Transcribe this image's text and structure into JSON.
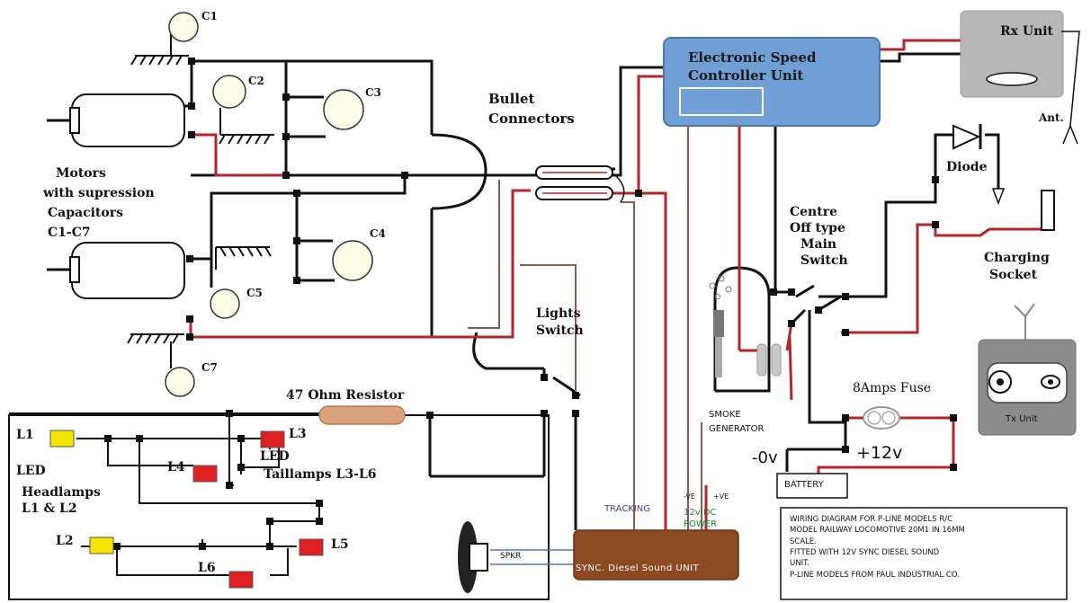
{
  "labels": {
    "c1": "C1",
    "c2": "C2",
    "c3": "C3",
    "c4": "C4",
    "c5": "C5",
    "c7": "C7",
    "motors_1": "Motors",
    "motors_2": "with supression",
    "motors_3": "Capacitors",
    "motors_4": "C1-C7",
    "bullet_1": "Bullet",
    "bullet_2": "Connectors",
    "esc_1": "Electronic Speed",
    "esc_2": "Controller Unit",
    "rx": "Rx Unit",
    "ant": "Ant.",
    "diode": "Diode",
    "switch_1": "Centre",
    "switch_2": "Off type",
    "switch_3": "Main",
    "switch_4": "Switch",
    "charging_1": "Charging",
    "charging_2": "Socket",
    "lights_1": "Lights",
    "lights_2": "Switch",
    "resistor": "47 Ohm Resistor",
    "fuse": "8Amps Fuse",
    "smoke_1": "SMOKE",
    "smoke_2": "GENERATOR",
    "neg_v": "-0v",
    "pos_v": "+12v",
    "battery": "BATTERY",
    "tx": "Tx Unit",
    "l1": "L1",
    "l2": "L2",
    "l3": "L3",
    "l4": "L4",
    "l5": "L5",
    "l6": "L6",
    "led_1": "LED",
    "led_2": "Headlamps",
    "led_3": "L1 & L2",
    "tail_1": "LED",
    "tail_2": "Taillamps  L3-L6",
    "tracking": "TRACKING",
    "ve_neg": "-VE",
    "ve_pos": "+VE",
    "power_1": "12v DC",
    "power_2": "POWER",
    "spkr": "SPKR",
    "sound_unit": "SYNC. Diesel Sound UNIT"
  },
  "note": [
    "WIRING DIAGRAM FOR P-LINE MODELS R/C",
    "MODEL RAILWAY LOCOMOTIVE 20M1 IN 16MM",
    "SCALE.",
    "FITTED WITH 12V SYNC DIESEL SOUND",
    "UNIT.",
    "P-LINE MODELS FROM PAUL INDUSTRIAL CO."
  ],
  "colors": {
    "wire_black": "#111111",
    "wire_red": "#b3262a",
    "wire_brown": "#8a5a4e",
    "wire_blue": "#4a7fb5",
    "esc_fill": "#6f9fd5",
    "rx_fill": "#b8b8b8",
    "tx_fill": "#8c8c8c",
    "sound_fill": "#8b4a22",
    "resistor_fill": "#d9a27a",
    "led_yellow": "#f5e400",
    "led_red": "#e02020",
    "capacitor_fill": "#fffde7",
    "sound_text": "#ffffff",
    "green_text": "#1b8a3a"
  }
}
